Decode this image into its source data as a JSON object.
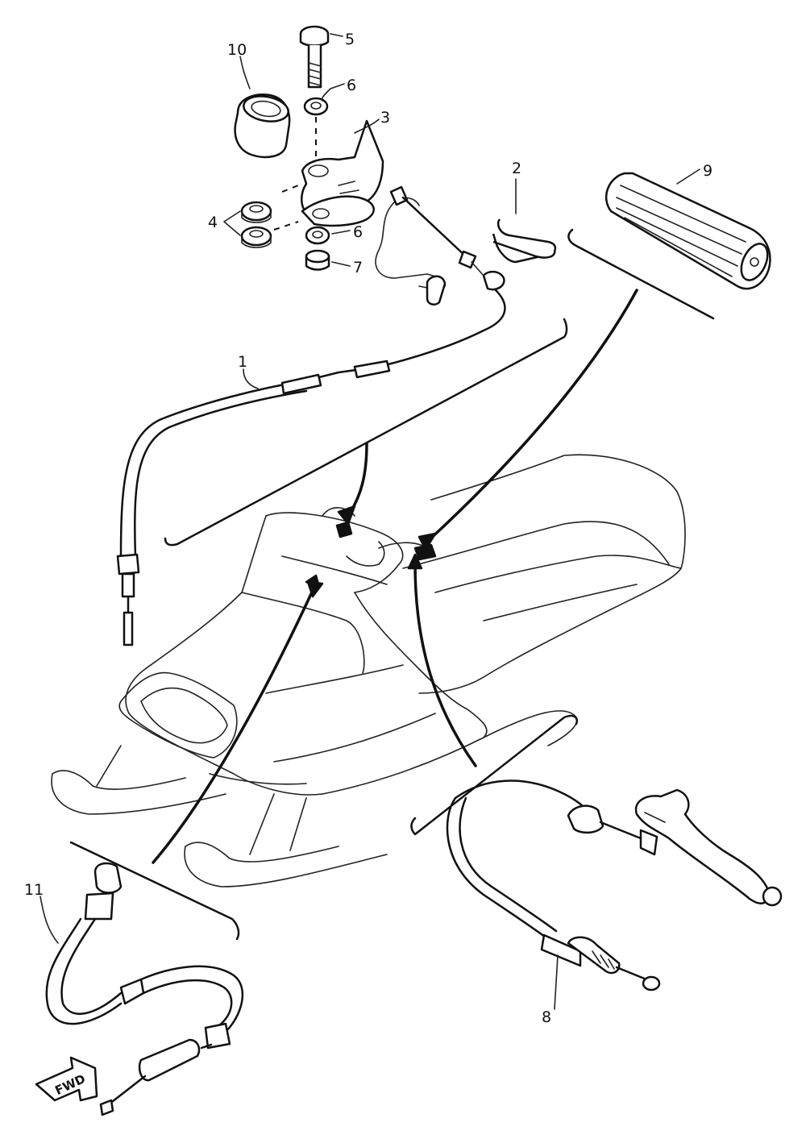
{
  "diagram": {
    "callouts": [
      {
        "id": "1",
        "label": "1",
        "part": "throttle-cable"
      },
      {
        "id": "2",
        "label": "2",
        "part": "cable-clip"
      },
      {
        "id": "3",
        "label": "3",
        "part": "throttle-lever-bracket"
      },
      {
        "id": "4",
        "label": "4",
        "part": "grommets"
      },
      {
        "id": "5",
        "label": "5",
        "part": "bolt"
      },
      {
        "id": "6a",
        "label": "6",
        "part": "washer"
      },
      {
        "id": "6b",
        "label": "6",
        "part": "washer"
      },
      {
        "id": "7",
        "label": "7",
        "part": "nut"
      },
      {
        "id": "8",
        "label": "8",
        "part": "brake-cable"
      },
      {
        "id": "9",
        "label": "9",
        "part": "handlebar-grip"
      },
      {
        "id": "10",
        "label": "10",
        "part": "collar"
      },
      {
        "id": "11",
        "label": "11",
        "part": "starter-choke-cable"
      }
    ],
    "fwd_arrow": {
      "label": "FWD"
    }
  }
}
